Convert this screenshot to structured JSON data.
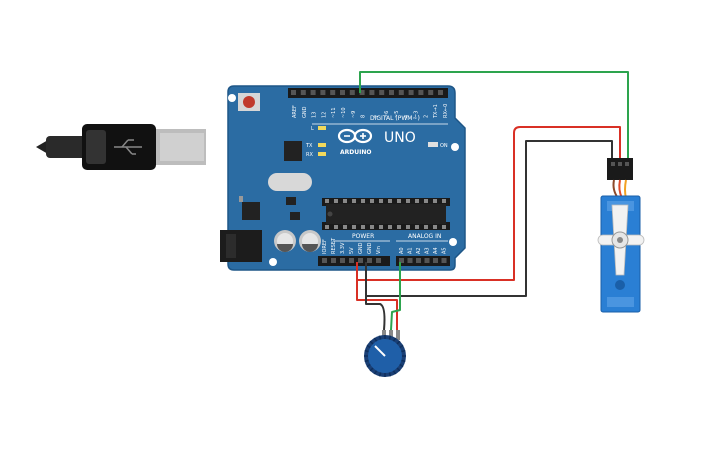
{
  "board": {
    "name": "UNO",
    "brand": "ARDUINO",
    "digital_header_label": "DIGITAL (PWM~)",
    "power_label": "POWER",
    "analog_label": "ANALOG IN",
    "led_l": "L",
    "led_tx": "TX",
    "led_rx": "RX",
    "on_label": "ON",
    "digital_pins": [
      "AREF",
      "GND",
      "13",
      "12",
      "~11",
      "~10",
      "~9",
      "8",
      "7",
      "~6",
      "~5",
      "4",
      "~3",
      "2",
      "TX→1",
      "RX←0"
    ],
    "power_pins": [
      "IOREF",
      "RESET",
      "3.3V",
      "5V",
      "GND",
      "GND",
      "Vin"
    ],
    "analog_pins": [
      "A0",
      "A1",
      "A2",
      "A3",
      "A4",
      "A5"
    ]
  },
  "components": {
    "usb": "usb-cable",
    "servo": "micro-servo",
    "potentiometer": "potentiometer"
  },
  "colors": {
    "board": "#2b6ca3",
    "board_edge": "#1e5687",
    "wire_green": "#2da44e",
    "wire_red": "#d93025",
    "wire_black": "#333333",
    "servo_blue": "#2a7fd4",
    "pot_blue": "#1f5fa8"
  }
}
